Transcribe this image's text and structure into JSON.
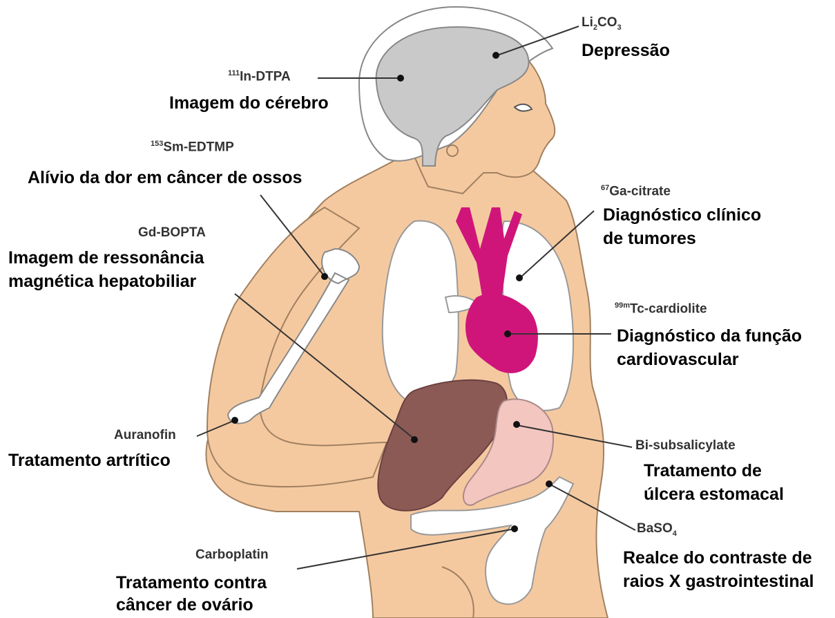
{
  "colors": {
    "skin": "#f5c9a0",
    "skin_outline": "#a08060",
    "hair": "#ffffff",
    "brain": "#c9c9c9",
    "lungs": "#ffffff",
    "heart": "#d0157a",
    "liver": "#8b5a55",
    "stomach": "#f3c6c0",
    "intestine": "#ffffff",
    "leader_line": "#333333"
  },
  "labels": {
    "li2co3": {
      "symbol_a": "Li",
      "sub_a": "2",
      "symbol_b": "CO",
      "sub_b": "3",
      "use": "Depressão"
    },
    "in_dtpa": {
      "mass": "111",
      "name": "In-DTPA",
      "use": "Imagem do cérebro"
    },
    "sm_edtmp": {
      "mass": "153",
      "name": "Sm-EDTMP",
      "use": "Alívio da dor em câncer de ossos"
    },
    "ga_citrate": {
      "mass": "67",
      "name": "Ga-citrate",
      "use_line1": "Diagnóstico clínico",
      "use_line2": "de tumores"
    },
    "gd_bopta": {
      "name": "Gd-BOPTA",
      "use_line1": "Imagem de ressonância",
      "use_line2": "magnética hepatobiliar"
    },
    "tc_cardiolite": {
      "mass": "99m",
      "name": "Tc-cardiolite",
      "use_line1": "Diagnóstico da função",
      "use_line2": "cardiovascular"
    },
    "auranofin": {
      "name": "Auranofin",
      "use": "Tratamento artrítico"
    },
    "bi_subsalicylate": {
      "name": "Bi-subsalicylate",
      "use_line1": "Tratamento de",
      "use_line2": "úlcera estomacal"
    },
    "baso4": {
      "symbol": "BaSO",
      "sub": "4",
      "use_line1": "Realce do contraste de",
      "use_line2": "raios X gastrointestinal"
    },
    "carboplatin": {
      "name": "Carboplatin",
      "use_line1": "Tratamento contra",
      "use_line2": "câncer de ovário"
    }
  }
}
